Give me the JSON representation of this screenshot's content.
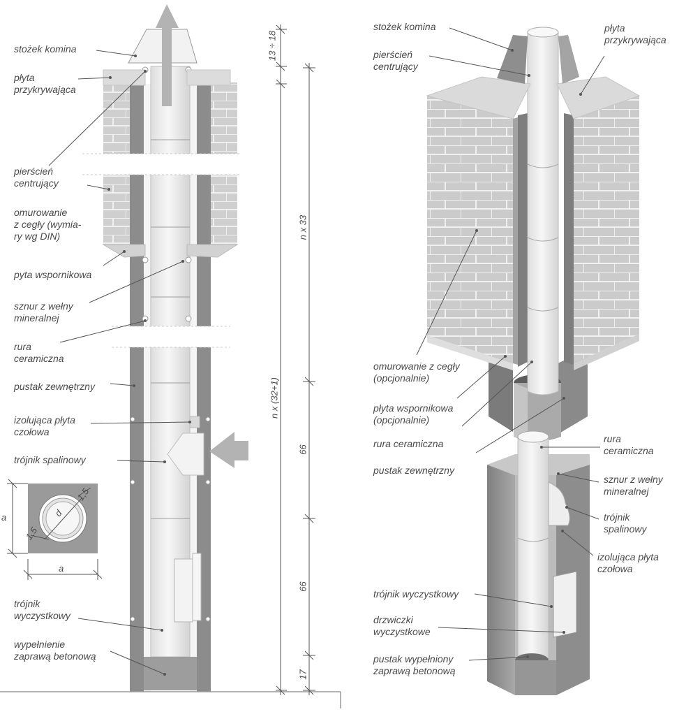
{
  "left_labels": {
    "stozek_komina": "stożek komina",
    "plyta_przykrywajaca": "płyta\nprzykrywająca",
    "pierscien_centrujacy": "pierścień\ncentrujący",
    "omurowanie": "omurowanie\nz cegły (wymia-\nry wg DIN)",
    "plyta_wspornikowa": "pyta wspornikowa",
    "sznur": "sznur z wełny\nmineralnej",
    "rura": "rura\nceramiczna",
    "pustak": "pustak zewnętrzny",
    "izolujaca": "izolująca płyta\nczołowa",
    "trojnik_spalinowy": "trójnik spalinowy",
    "trojnik_wyczystkowy": "trójnik\nwyczystkowy",
    "wypelnienie": "wypełnienie\nzaprawą betonową"
  },
  "dimensions": {
    "top": "13 ÷ 18",
    "n33": "n x 33",
    "n32": "n x (32+1)",
    "d66a": "66",
    "d66b": "66",
    "d17": "17"
  },
  "section": {
    "a_vertical": "a",
    "a_horizontal": "a",
    "d": "d",
    "t1": "1,5",
    "t2": "1,5"
  },
  "right_labels": {
    "stozek_komina": "stożek komina",
    "plyta_przykrywajaca": "płyta\nprzykrywająca",
    "pierscien_centrujacy": "pierścień\ncentrujący",
    "omurowanie": "omurowanie z cegły\n(opcjonalnie)",
    "plyta_wspornikowa": "płyta wspornikowa\n(opcjonalnie)",
    "rura_ceramiczna": "rura ceramiczna",
    "pustak_zewnetrzny": "pustak zewnętrzny",
    "rura_ceramiczna_2": "rura\nceramiczna",
    "sznur": "sznur z wełny\nmineralnej",
    "trojnik_spalinowy": "trójnik\nspalinowy",
    "izolujaca": "izolująca płyta\nczołowa",
    "trojnik_wyczystkowy": "trójnik wyczystkowy",
    "drzwiczki": "drzwiczki\nwyczystkowe",
    "pustak_wypelniony": "pustak wypełniony\nzaprawą betonową"
  },
  "colors": {
    "brick": "#c9c9c9",
    "brick_dark": "#8e8e8e",
    "block": "#9a9a9a",
    "pipe": "#ececec",
    "arrow": "#b4b4b4",
    "line": "#555555"
  }
}
